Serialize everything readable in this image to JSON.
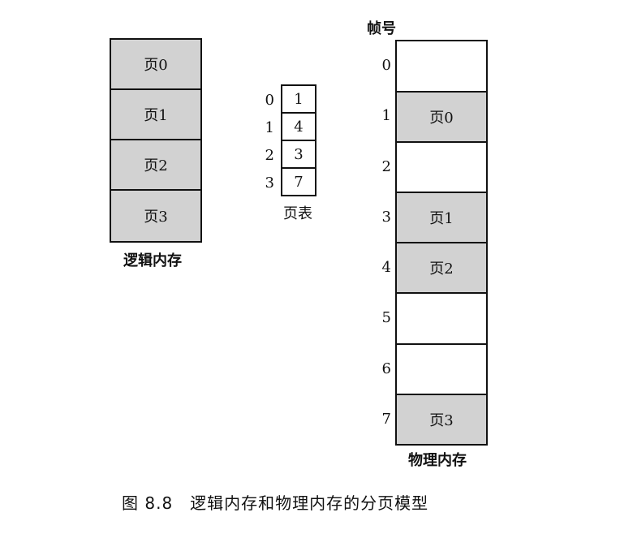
{
  "logical_memory": {
    "pages": [
      "页0",
      "页1",
      "页2",
      "页3"
    ],
    "label": "逻辑内存"
  },
  "page_table": {
    "indices": [
      "0",
      "1",
      "2",
      "3"
    ],
    "entries": [
      "1",
      "4",
      "3",
      "7"
    ],
    "label": "页表"
  },
  "physical_memory": {
    "header": "帧号",
    "frame_numbers": [
      "0",
      "1",
      "2",
      "3",
      "4",
      "5",
      "6",
      "7"
    ],
    "frames": [
      "",
      "页0",
      "",
      "页1",
      "页2",
      "",
      "",
      "页3"
    ],
    "label": "物理内存"
  },
  "caption": "图 8.8　逻辑内存和物理内存的分页模型",
  "colors": {
    "shaded": "#d2d2d2",
    "border": "#111111"
  }
}
